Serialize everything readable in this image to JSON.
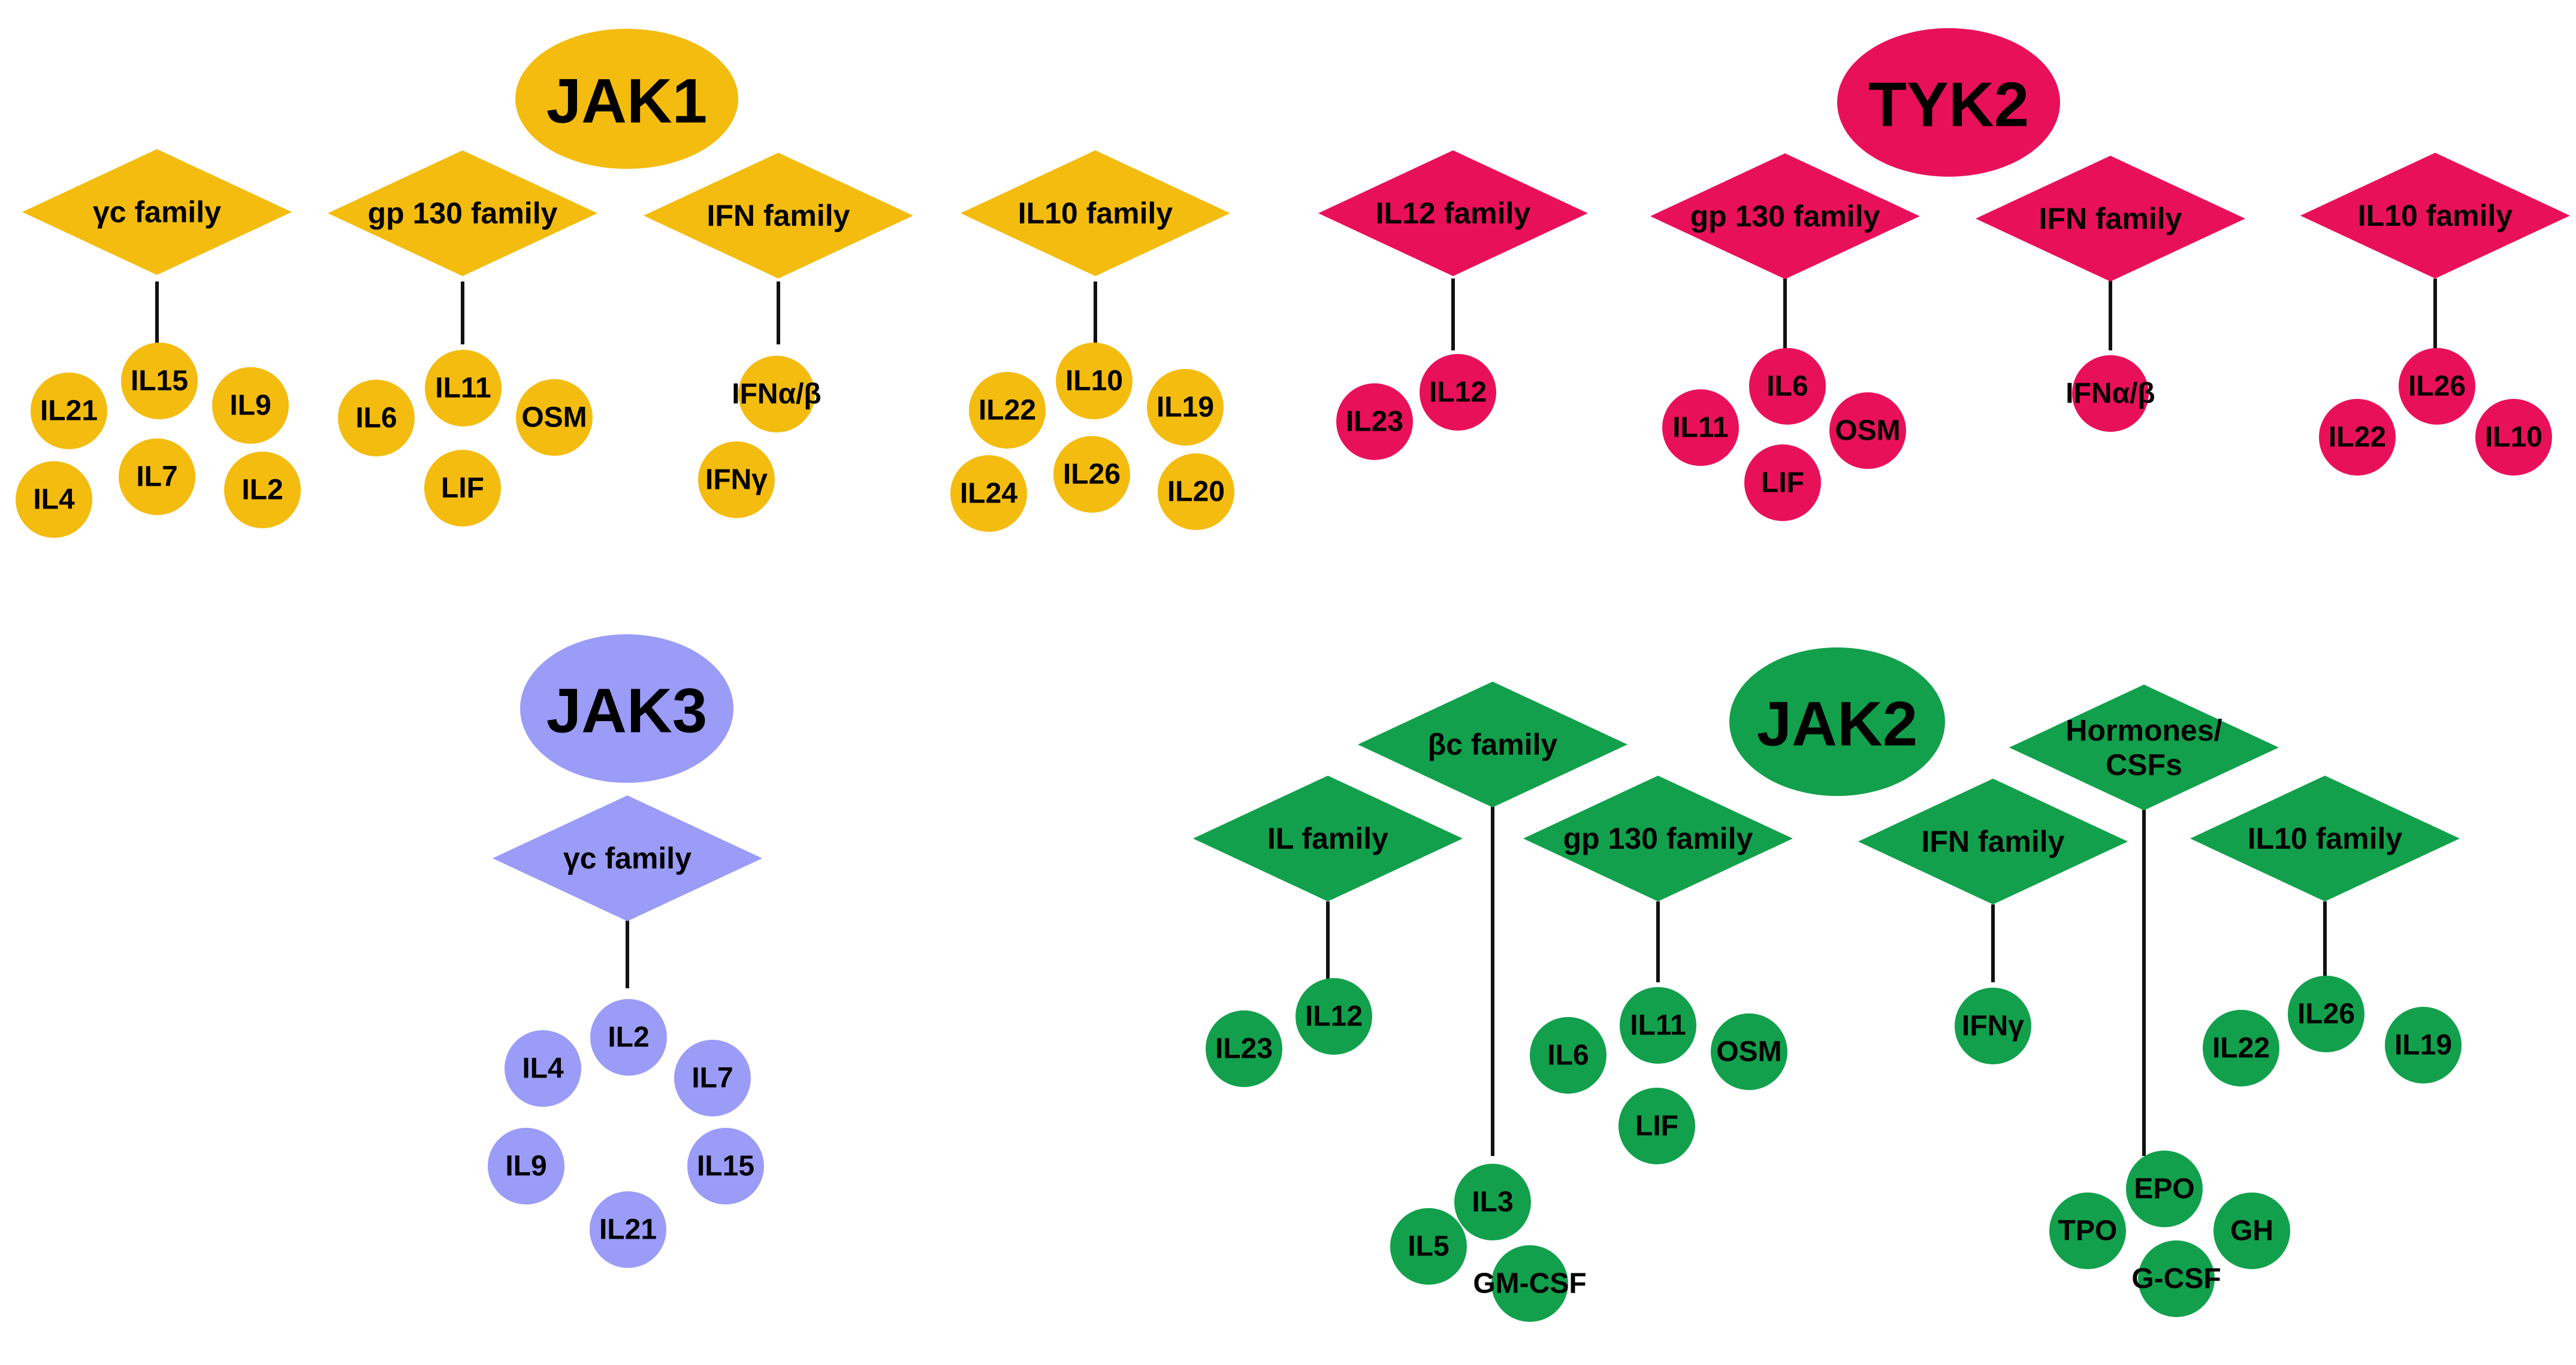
{
  "colors": {
    "jak1": "#F3BC0F",
    "tyk2": "#E9105A",
    "jak3": "#9B9BF8",
    "jak2": "#12A04C",
    "connector": "#111111",
    "text": "#000000"
  },
  "groups": [
    {
      "id": "jak1",
      "name": "JAK1",
      "families": [
        {
          "id": "yc",
          "label": "γc family",
          "cytokines": [
            "IL15",
            "IL21",
            "IL9",
            "IL4",
            "IL7",
            "IL2"
          ]
        },
        {
          "id": "gp130",
          "label": "gp 130 family",
          "cytokines": [
            "IL11",
            "IL6",
            "OSM",
            "LIF"
          ]
        },
        {
          "id": "ifn",
          "label": "IFN family",
          "cytokines": [
            "IFNα/β",
            "IFNγ"
          ]
        },
        {
          "id": "il10",
          "label": "IL10 family",
          "cytokines": [
            "IL10",
            "IL22",
            "IL19",
            "IL24",
            "IL26",
            "IL20"
          ]
        }
      ]
    },
    {
      "id": "tyk2",
      "name": "TYK2",
      "families": [
        {
          "id": "il12",
          "label": "IL12 family",
          "cytokines": [
            "IL12",
            "IL23"
          ]
        },
        {
          "id": "gp130",
          "label": "gp 130 family",
          "cytokines": [
            "IL6",
            "IL11",
            "OSM",
            "LIF"
          ]
        },
        {
          "id": "ifn",
          "label": "IFN family",
          "cytokines": [
            "IFNα/β"
          ]
        },
        {
          "id": "il10",
          "label": "IL10 family",
          "cytokines": [
            "IL26",
            "IL22",
            "IL10"
          ]
        }
      ]
    },
    {
      "id": "jak3",
      "name": "JAK3",
      "families": [
        {
          "id": "yc",
          "label": "γc family",
          "cytokines": [
            "IL2",
            "IL4",
            "IL7",
            "IL9",
            "IL15",
            "IL21"
          ]
        }
      ]
    },
    {
      "id": "jak2",
      "name": "JAK2",
      "families": [
        {
          "id": "bc",
          "label": "βc family",
          "cytokines": [
            "IL3",
            "IL5",
            "GM-CSF"
          ]
        },
        {
          "id": "hormones",
          "label": "Hormones/\nCSFs",
          "cytokines": [
            "EPO",
            "TPO",
            "GH",
            "G-CSF"
          ]
        },
        {
          "id": "il",
          "label": "IL family",
          "cytokines": [
            "IL12",
            "IL23"
          ]
        },
        {
          "id": "gp130",
          "label": "gp 130 family",
          "cytokines": [
            "IL11",
            "IL6",
            "OSM",
            "LIF"
          ]
        },
        {
          "id": "ifn",
          "label": "IFN family",
          "cytokines": [
            "IFNγ"
          ]
        },
        {
          "id": "il10",
          "label": "IL10 family",
          "cytokines": [
            "IL26",
            "IL22",
            "IL19"
          ]
        }
      ]
    }
  ]
}
